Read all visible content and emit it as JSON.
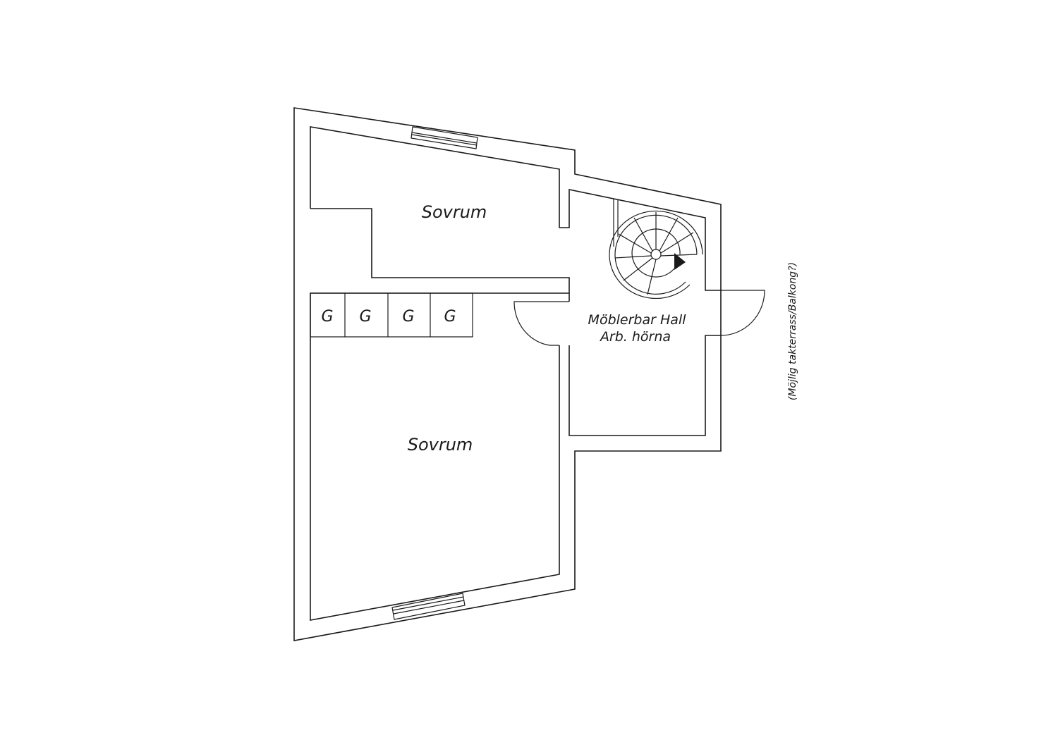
{
  "plan": {
    "rooms": {
      "bedroom_top": "Sovrum",
      "bedroom_bottom": "Sovrum",
      "hall_line1": "Möblerbar Hall",
      "hall_line2": "Arb. hörna"
    },
    "wardrobes": [
      "G",
      "G",
      "G",
      "G"
    ],
    "side_note": "(Möjlig takterrass/Balkong?)"
  },
  "colors": {
    "line": "#1a1a1a",
    "background": "#ffffff"
  }
}
